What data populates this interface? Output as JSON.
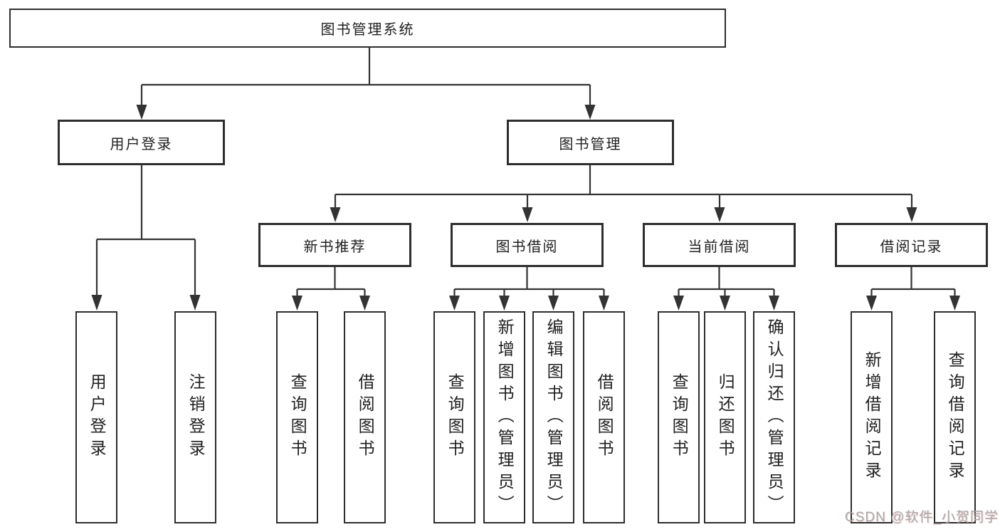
{
  "tree": {
    "root": {
      "label": "图书管理系统"
    },
    "branches": [
      {
        "label": "用户登录",
        "children": [
          {
            "label": "用户登录"
          },
          {
            "label": "注销登录"
          }
        ]
      },
      {
        "label": "图书管理",
        "sections": [
          {
            "label": "新书推荐",
            "children": [
              {
                "label": "查询图书"
              },
              {
                "label": "借阅图书"
              }
            ]
          },
          {
            "label": "图书借阅",
            "children": [
              {
                "label": "查询图书"
              },
              {
                "label": "新增图书（管理员）"
              },
              {
                "label": "编辑图书（管理员）"
              },
              {
                "label": "借阅图书"
              }
            ]
          },
          {
            "label": "当前借阅",
            "children": [
              {
                "label": "查询图书"
              },
              {
                "label": "归还图书"
              },
              {
                "label": "确认归还（管理员）"
              }
            ]
          },
          {
            "label": "借阅记录",
            "children": [
              {
                "label": "新增借阅记录"
              },
              {
                "label": "查询借阅记录"
              }
            ]
          }
        ]
      }
    ]
  },
  "watermark": {
    "text": "CSDN @软件_小贺同学"
  },
  "colors": {
    "line": "#333333",
    "box_border": "#2d2d2d",
    "text": "#202020",
    "watermark_text": "#a8a8a8",
    "background": "#ffffff"
  }
}
